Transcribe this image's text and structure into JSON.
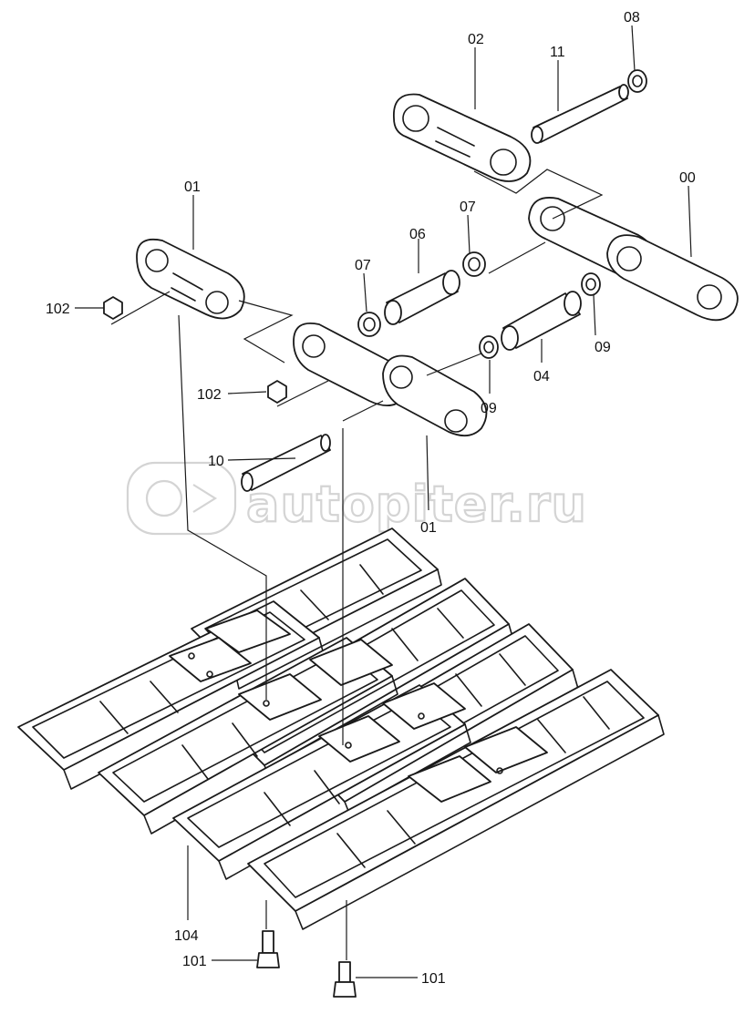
{
  "labels": {
    "l00": "00",
    "l01a": "01",
    "l01b": "01",
    "l02": "02",
    "l04": "04",
    "l06": "06",
    "l07a": "07",
    "l07b": "07",
    "l08": "08",
    "l09a": "09",
    "l09b": "09",
    "l10": "10",
    "l11": "11",
    "l101a": "101",
    "l101b": "101",
    "l102a": "102",
    "l102b": "102",
    "l104": "104"
  },
  "watermark": "autopiter.ru"
}
